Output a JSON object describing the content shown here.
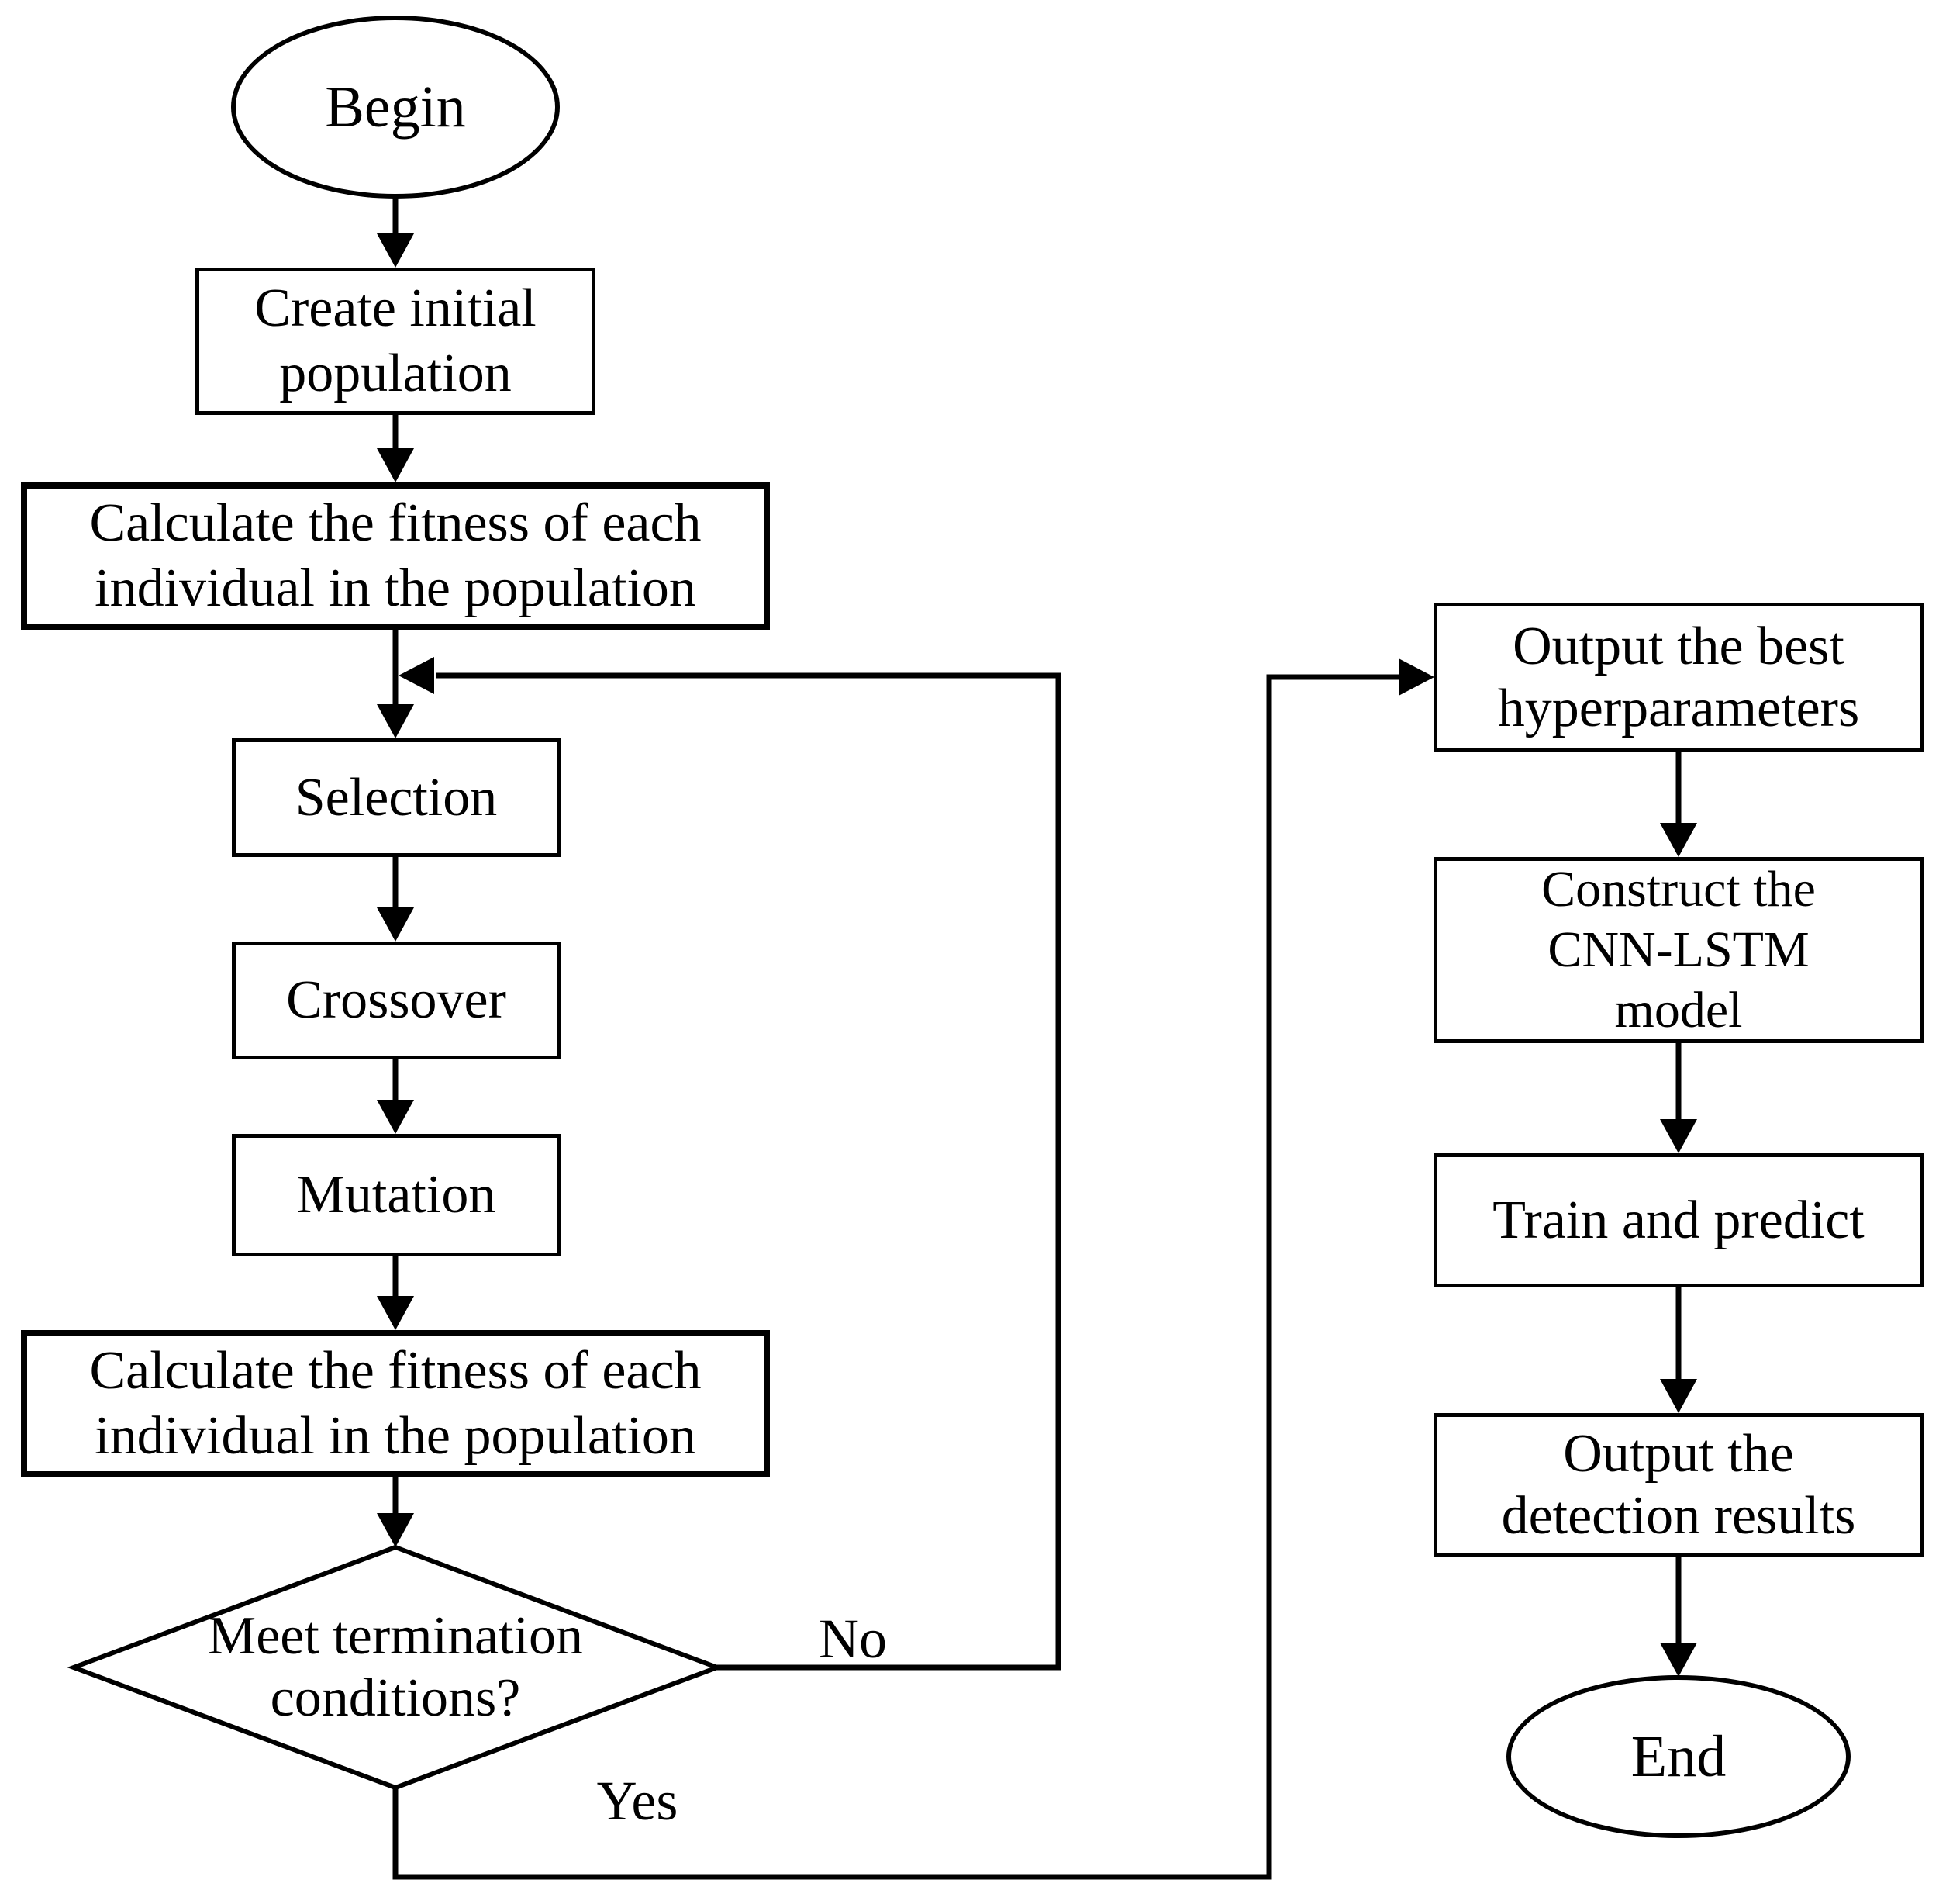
{
  "diagram": {
    "nodes": {
      "begin": {
        "label": "Begin"
      },
      "create_initial_population": {
        "lines": [
          "Create initial",
          "population"
        ]
      },
      "calculate_fitness_1": {
        "lines": [
          "Calculate the fitness of each",
          "individual in the population"
        ]
      },
      "selection": {
        "label": "Selection"
      },
      "crossover": {
        "label": "Crossover"
      },
      "mutation": {
        "label": "Mutation"
      },
      "calculate_fitness_2": {
        "lines": [
          "Calculate the fitness of each",
          "individual in the population"
        ]
      },
      "termination_decision": {
        "lines": [
          "Meet termination",
          "conditions?"
        ]
      },
      "output_best_hyperparameters": {
        "lines": [
          "Output the best",
          "hyperparameters"
        ]
      },
      "construct_cnn_lstm_model": {
        "lines": [
          "Construct the",
          "CNN-LSTM",
          "model"
        ]
      },
      "train_and_predict": {
        "label": "Train and predict"
      },
      "output_detection_results": {
        "lines": [
          "Output the",
          "detection results"
        ]
      },
      "end": {
        "label": "End"
      }
    },
    "edge_labels": {
      "no": "No",
      "yes": "Yes"
    },
    "colors": {
      "ink": "#000000",
      "background": "#ffffff"
    }
  }
}
